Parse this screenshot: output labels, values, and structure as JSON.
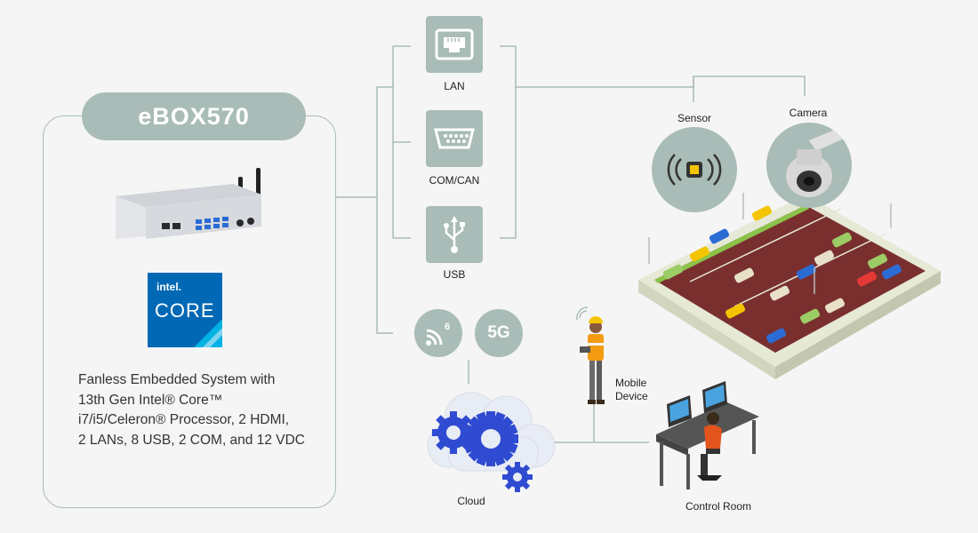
{
  "product": {
    "name": "eBOX570",
    "badge_brand": "intel.",
    "badge_line": "CORE",
    "description_lines": [
      "Fanless Embedded System with",
      "13th Gen Intel® Core™",
      "i7/i5/Celeron® Processor, 2 HDMI,",
      "2 LANs, 8 USB, 2 COM, and 12 VDC"
    ]
  },
  "interfaces": [
    {
      "label": "LAN",
      "icon": "ethernet-port-icon"
    },
    {
      "label": "COM/CAN",
      "icon": "serial-port-icon"
    },
    {
      "label": "USB",
      "icon": "usb-icon"
    }
  ],
  "wireless": {
    "wifi_label": "6",
    "cell_label": "5G"
  },
  "devices": {
    "sensor": "Sensor",
    "camera": "Camera",
    "mobile_device": [
      "Mobile",
      "Device"
    ],
    "cloud": "Cloud",
    "control_room": "Control Room"
  },
  "colors": {
    "accent": "#a9bcb7",
    "line": "#a9bcb7",
    "intel_blue": "#0068b5",
    "gear_blue": "#2f4bd1"
  }
}
